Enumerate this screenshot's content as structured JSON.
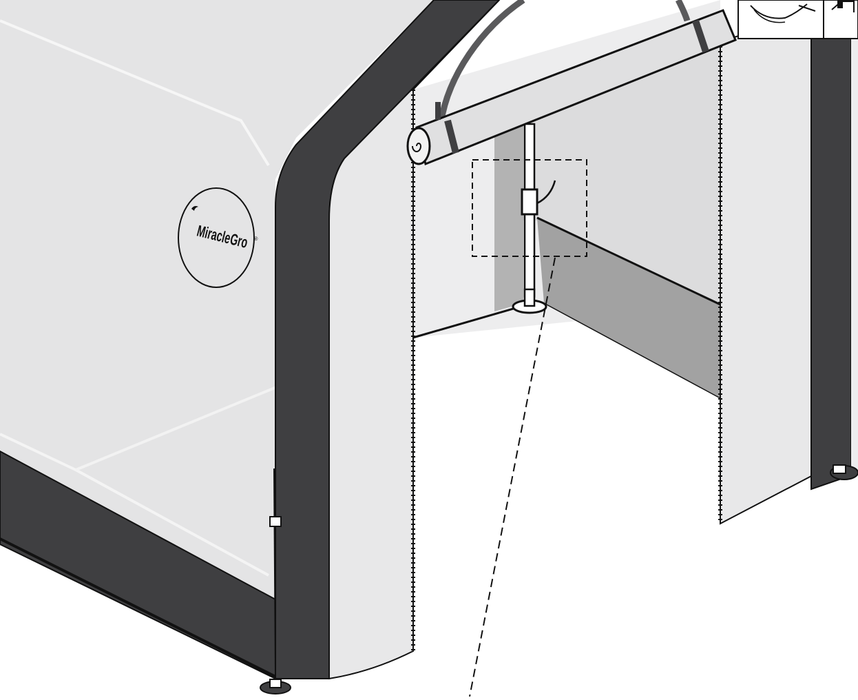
{
  "figure": {
    "brand_logo": {
      "text_left": "Miracle",
      "text_right": "Gro",
      "mark": "®",
      "icon": "leaf-sprout-icon"
    },
    "tool_icons": [
      "safety-glasses-icon",
      "instruction-manual-icon"
    ],
    "callout": "dashed-detail-box",
    "colors": {
      "frame_dark": "#3f3f41",
      "cover_light": "#e4e4e5",
      "cover_lighter": "#ebebec",
      "panel_mid": "#a2a2a2",
      "panel_shadow": "#b3b3b3",
      "outline": "#111111"
    }
  }
}
